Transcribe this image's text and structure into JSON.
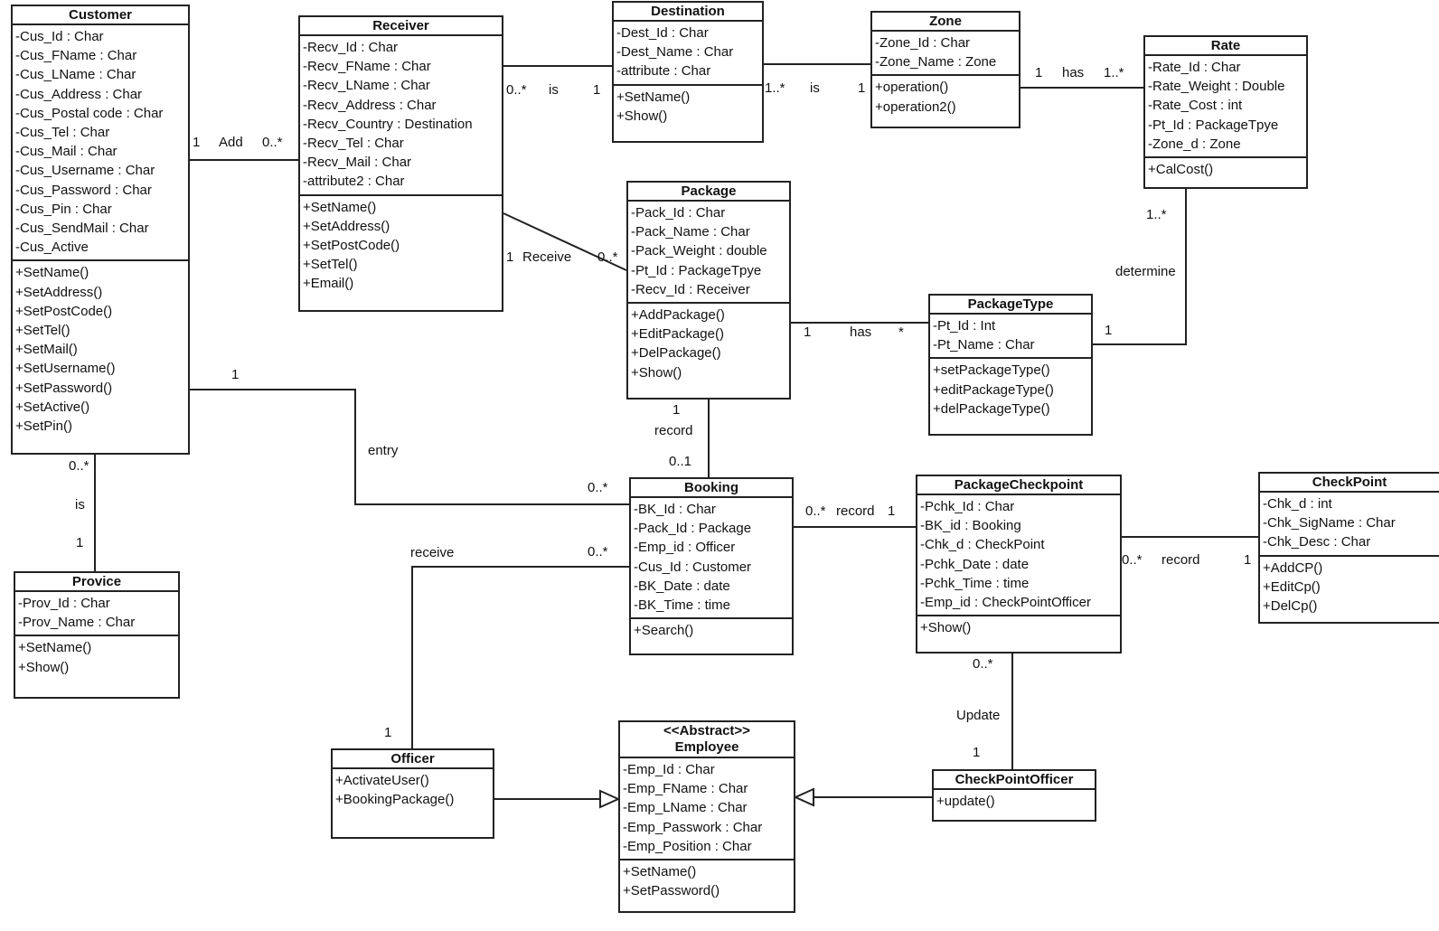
{
  "classes": {
    "customer": {
      "name": "Customer",
      "attributes": [
        "-Cus_Id : Char",
        "-Cus_FName : Char",
        "-Cus_LName : Char",
        "-Cus_Address : Char",
        "-Cus_Postal code : Char",
        "-Cus_Tel : Char",
        "-Cus_Mail : Char",
        "-Cus_Username : Char",
        "-Cus_Password : Char",
        "-Cus_Pin : Char",
        "-Cus_SendMail : Char",
        "-Cus_Active"
      ],
      "operations": [
        "+SetName()",
        "+SetAddress()",
        "+SetPostCode()",
        "+SetTel()",
        "+SetMail()",
        "+SetUsername()",
        "+SetPassword()",
        "+SetActive()",
        "+SetPin()"
      ]
    },
    "receiver": {
      "name": "Receiver",
      "attributes": [
        "-Recv_Id : Char",
        "-Recv_FName : Char",
        "-Recv_LName : Char",
        "-Recv_Address : Char",
        "-Recv_Country : Destination",
        "-Recv_Tel : Char",
        "-Recv_Mail : Char",
        "-attribute2 : Char"
      ],
      "operations": [
        "+SetName()",
        "+SetAddress()",
        "+SetPostCode()",
        "+SetTel()",
        "+Email()"
      ]
    },
    "destination": {
      "name": "Destination",
      "attributes": [
        "-Dest_Id : Char",
        "-Dest_Name : Char",
        "-attribute : Char"
      ],
      "operations": [
        "+SetName()",
        "+Show()"
      ]
    },
    "zone": {
      "name": "Zone",
      "attributes": [
        "-Zone_Id : Char",
        "-Zone_Name : Zone"
      ],
      "operations": [
        "+operation()",
        "+operation2()"
      ]
    },
    "rate": {
      "name": "Rate",
      "attributes": [
        "-Rate_Id : Char",
        "-Rate_Weight : Double",
        "-Rate_Cost : int",
        "-Pt_Id : PackageTpye",
        "-Zone_d : Zone"
      ],
      "operations": [
        "+CalCost()"
      ]
    },
    "package": {
      "name": "Package",
      "attributes": [
        "-Pack_Id : Char",
        "-Pack_Name : Char",
        "-Pack_Weight : double",
        "-Pt_Id : PackageTpye",
        "-Recv_Id : Receiver"
      ],
      "operations": [
        "+AddPackage()",
        "+EditPackage()",
        "+DelPackage()",
        "+Show()"
      ]
    },
    "packagetype": {
      "name": "PackageType",
      "attributes": [
        "-Pt_Id : Int",
        "-Pt_Name : Char"
      ],
      "operations": [
        "+setPackageType()",
        "+editPackageType()",
        "+delPackageType()"
      ]
    },
    "booking": {
      "name": "Booking",
      "attributes": [
        "-BK_Id : Char",
        "-Pack_Id : Package",
        "-Emp_id : Officer",
        "-Cus_Id : Customer",
        "-BK_Date : date",
        "-BK_Time : time"
      ],
      "operations": [
        "+Search()"
      ]
    },
    "packagecheckpoint": {
      "name": "PackageCheckpoint",
      "attributes": [
        "-Pchk_Id : Char",
        "-BK_id : Booking",
        "-Chk_d : CheckPoint",
        "-Pchk_Date : date",
        "-Pchk_Time : time",
        "-Emp_id : CheckPointOfficer"
      ],
      "operations": [
        "+Show()"
      ]
    },
    "checkpoint": {
      "name": "CheckPoint",
      "attributes": [
        "-Chk_d : int",
        "-Chk_SigName : Char",
        "-Chk_Desc : Char"
      ],
      "operations": [
        "+AddCP()",
        "+EditCp()",
        "+DelCp()"
      ]
    },
    "province": {
      "name": "Provice",
      "attributes": [
        "-Prov_Id : Char",
        "-Prov_Name : Char"
      ],
      "operations": [
        "+SetName()",
        "+Show()"
      ]
    },
    "officer": {
      "name": "Officer",
      "attributes": [],
      "operations": [
        "+ActivateUser()",
        "+BookingPackage()"
      ]
    },
    "employee": {
      "stereotype": "<<Abstract>>",
      "name": "Employee",
      "attributes": [
        "-Emp_Id : Char",
        "-Emp_FName : Char",
        "-Emp_LName : Char",
        "-Emp_Passwork : Char",
        "-Emp_Position : Char"
      ],
      "operations": [
        "+SetName()",
        "+SetPassword()"
      ]
    },
    "checkpointofficer": {
      "name": "CheckPointOfficer",
      "attributes": [],
      "operations": [
        "+update()"
      ]
    }
  },
  "labels": [
    {
      "id": "add-mult-1",
      "text": "1"
    },
    {
      "id": "add-name",
      "text": "Add"
    },
    {
      "id": "add-mult-2",
      "text": "0..*"
    },
    {
      "id": "rd-mult-1",
      "text": "0..*"
    },
    {
      "id": "rd-name",
      "text": "is"
    },
    {
      "id": "rd-mult-2",
      "text": "1"
    },
    {
      "id": "dz-mult-1",
      "text": "1..*"
    },
    {
      "id": "dz-name",
      "text": "is"
    },
    {
      "id": "dz-mult-2",
      "text": "1"
    },
    {
      "id": "zr-mult-1",
      "text": "1"
    },
    {
      "id": "zr-name",
      "text": "has"
    },
    {
      "id": "zr-mult-2",
      "text": "1..*"
    },
    {
      "id": "rp-mult-1",
      "text": "1"
    },
    {
      "id": "rp-name",
      "text": "Receive"
    },
    {
      "id": "rp-mult-2",
      "text": "0..*"
    },
    {
      "id": "rate-mult",
      "text": "1..*"
    },
    {
      "id": "det-name",
      "text": "determine"
    },
    {
      "id": "ptr-mult",
      "text": "1"
    },
    {
      "id": "ppt-mult-1",
      "text": "1"
    },
    {
      "id": "ppt-name",
      "text": "has"
    },
    {
      "id": "ppt-mult-2",
      "text": "*"
    },
    {
      "id": "pb-mult-1",
      "text": "1"
    },
    {
      "id": "pb-name",
      "text": "record"
    },
    {
      "id": "pb-mult-2",
      "text": "0..1"
    },
    {
      "id": "cb-mult-1",
      "text": "1"
    },
    {
      "id": "cb-name",
      "text": "entry"
    },
    {
      "id": "cb-mult-2",
      "text": "0..*"
    },
    {
      "id": "cp-mult-1",
      "text": "0..*"
    },
    {
      "id": "cp-name",
      "text": "is"
    },
    {
      "id": "cp-mult-2",
      "text": "1"
    },
    {
      "id": "bpc-mult-1",
      "text": "0..*"
    },
    {
      "id": "bpc-name",
      "text": "record"
    },
    {
      "id": "bpc-mult-2",
      "text": "1"
    },
    {
      "id": "pcc-mult-1",
      "text": "0..*"
    },
    {
      "id": "pcc-name",
      "text": "record"
    },
    {
      "id": "pcc-mult-2",
      "text": "1"
    },
    {
      "id": "ob-name",
      "text": "receive"
    },
    {
      "id": "ob-mult-2",
      "text": "0..*"
    },
    {
      "id": "ob-mult-1",
      "text": "1"
    },
    {
      "id": "pco-mult-1",
      "text": "0..*"
    },
    {
      "id": "pco-name",
      "text": "Update"
    },
    {
      "id": "pco-mult-2",
      "text": "1"
    }
  ]
}
